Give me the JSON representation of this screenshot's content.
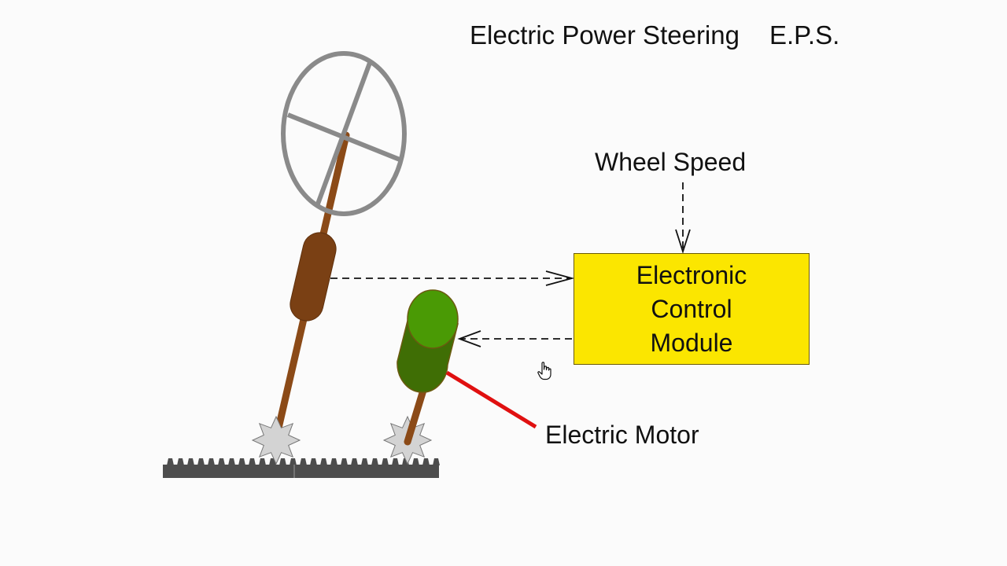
{
  "title": {
    "main": "Electric Power Steering",
    "abbreviation": "E.P.S."
  },
  "labels": {
    "wheel_speed": "Wheel Speed",
    "electric_motor": "Electric Motor"
  },
  "ecm": {
    "line1": "Electronic",
    "line2": "Control",
    "line3": "Module"
  },
  "colors": {
    "ecm_fill": "#fbe600",
    "shaft": "#8b4a17",
    "motor_body": "#3f6e05",
    "motor_top": "#4a9a05",
    "wheel": "#8a8a8a",
    "rack": "#4d4d4d",
    "gear": "#d3d3d3",
    "pointer_line": "#e01010"
  }
}
